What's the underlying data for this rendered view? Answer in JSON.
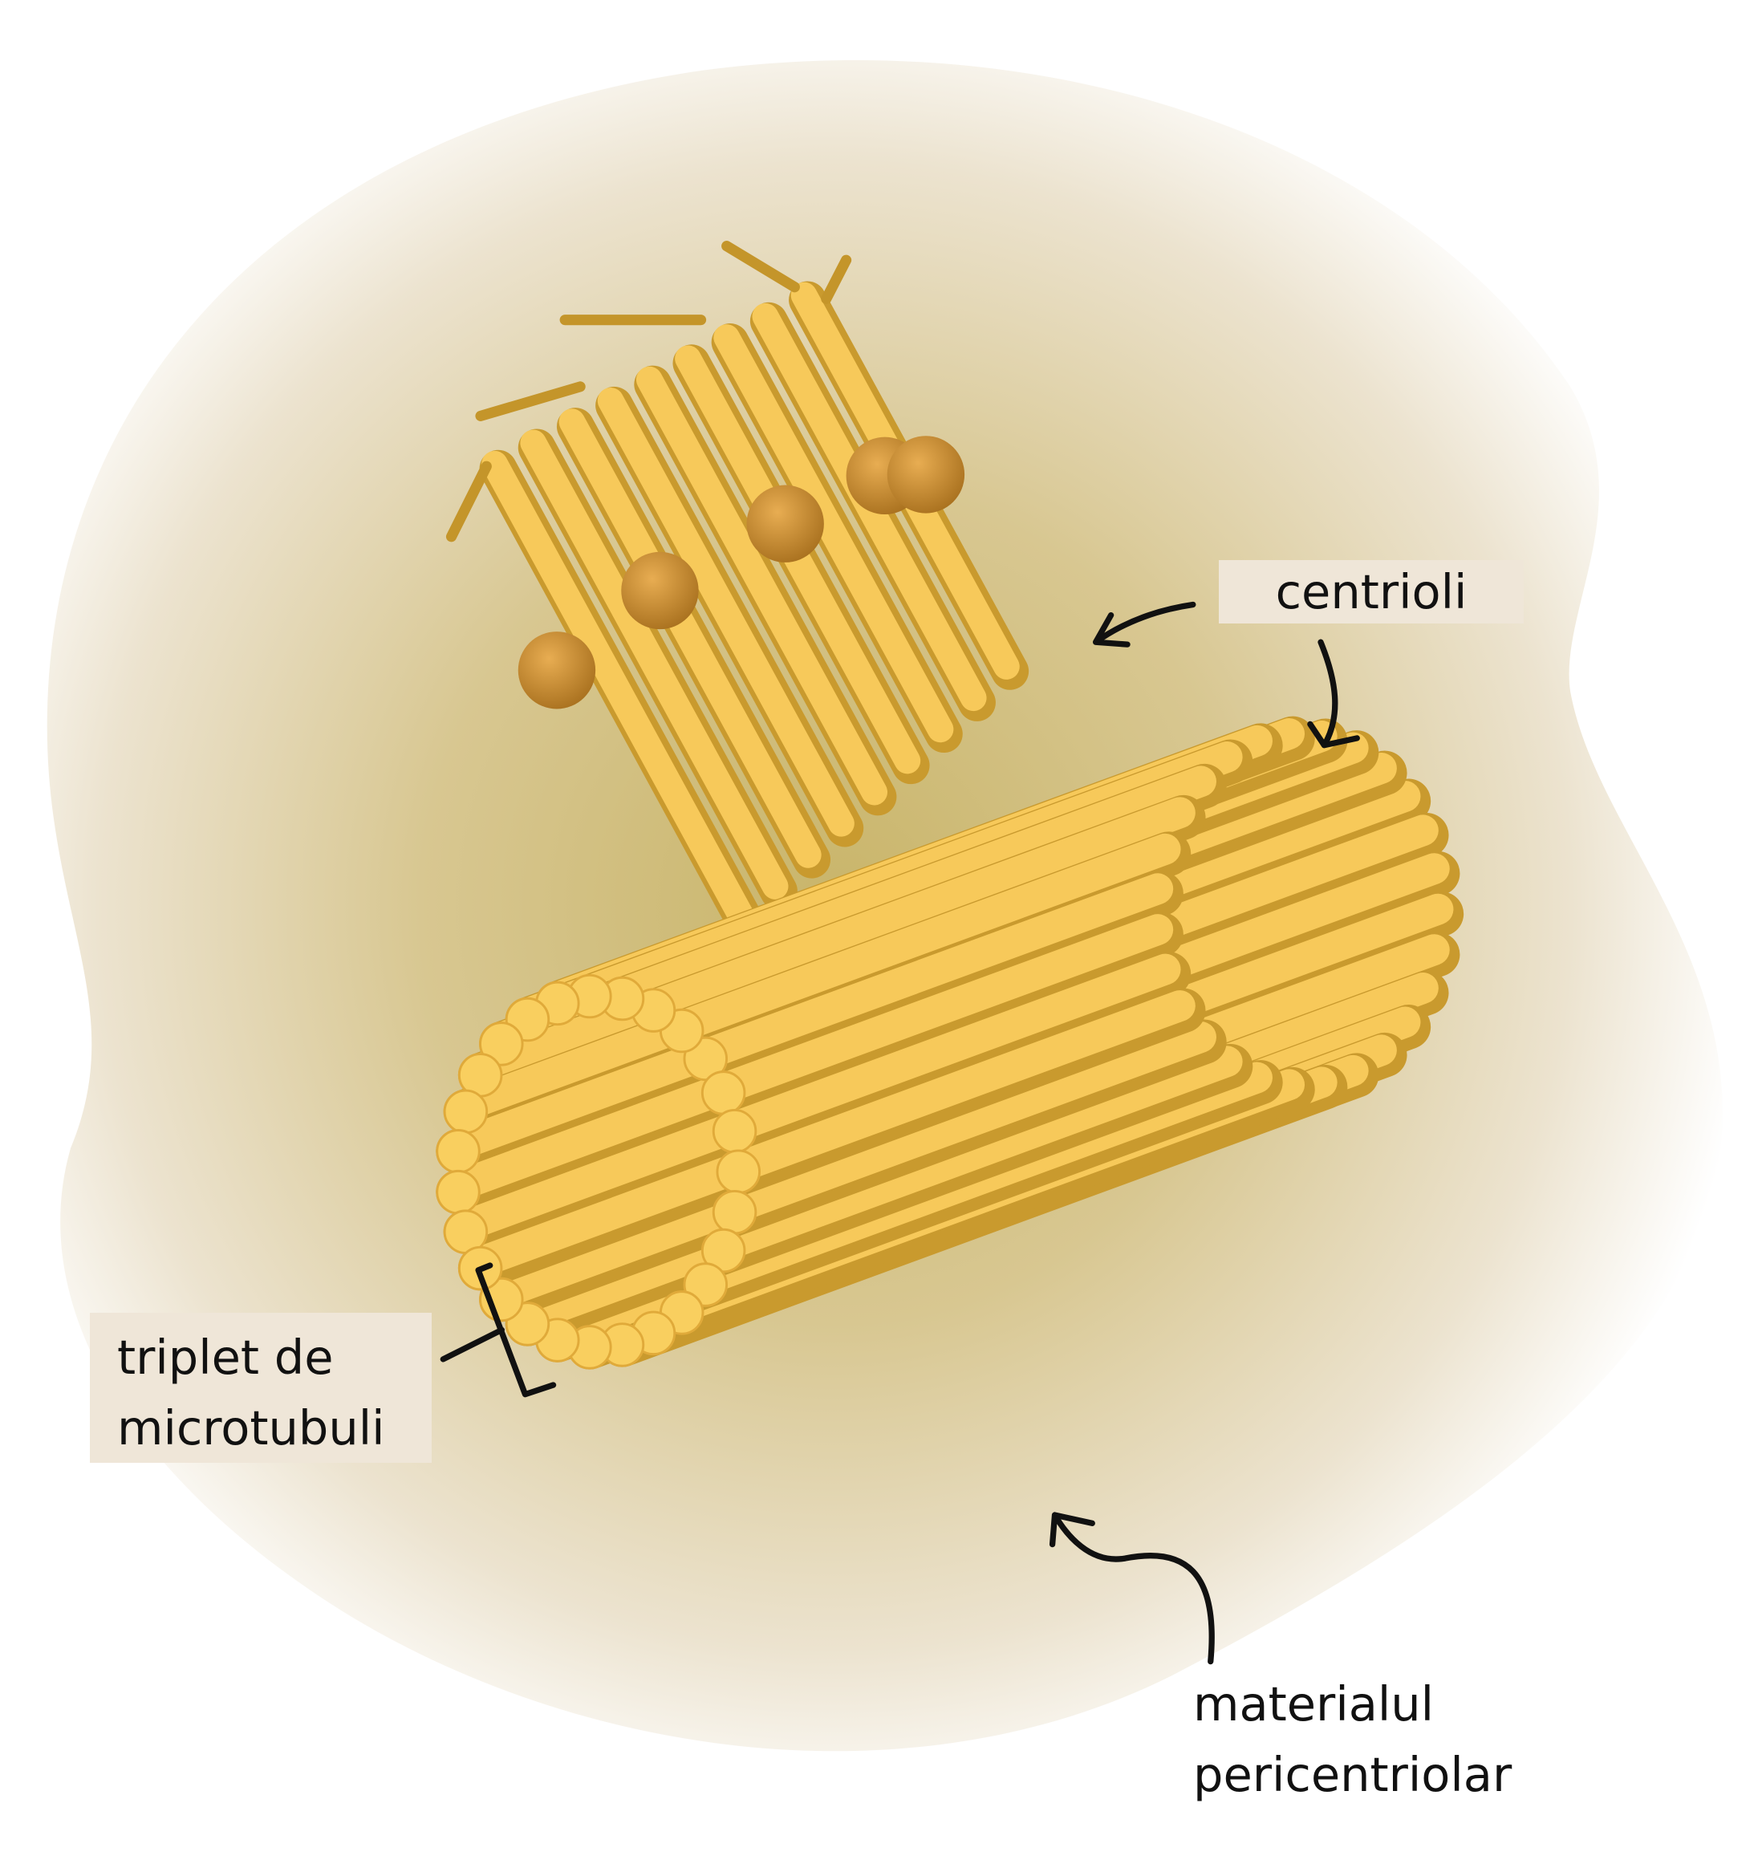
{
  "labels": {
    "centrioles": "centrioli",
    "triplet_line1": "triplet de",
    "triplet_line2": "microtubuli",
    "pcm_line1": "materialul",
    "pcm_line2": "pericentriolar"
  },
  "colors": {
    "microtubule": "#f7c95a",
    "microtubule_shadow": "#c99a2e",
    "sphere": "#c98a2a",
    "background_core": "#c9b56a"
  }
}
